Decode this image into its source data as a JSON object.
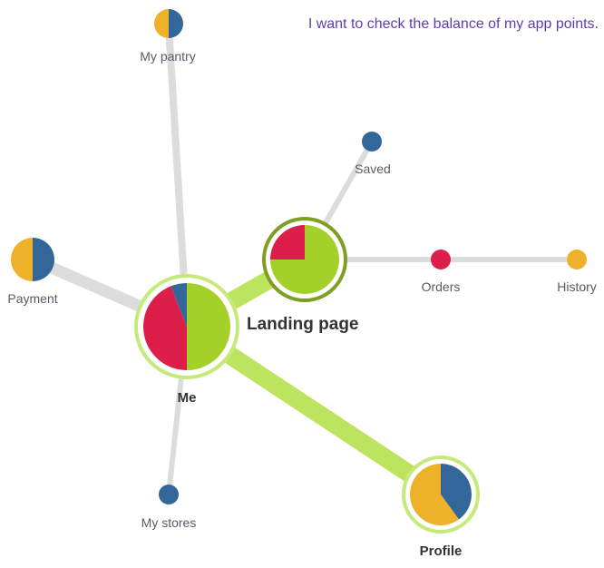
{
  "task_text": "I want to check the balance of my app points.",
  "colors": {
    "green": "#a3d12a",
    "red": "#dc1e48",
    "blue": "#336699",
    "yellow": "#eeb22a",
    "edge_gray": "#dcdcdc",
    "edge_green": "#bde45f",
    "ring_light": "#c5ea7a",
    "ring_dark": "#7f9f24"
  },
  "nodes": {
    "me": {
      "label": "Me",
      "slices": [
        {
          "color": "green",
          "value": 50
        },
        {
          "color": "red",
          "value": 44
        },
        {
          "color": "blue",
          "value": 6
        }
      ]
    },
    "landing": {
      "label": "Landing page",
      "slices": [
        {
          "color": "green",
          "value": 75
        },
        {
          "color": "red",
          "value": 25
        }
      ]
    },
    "profile": {
      "label": "Profile",
      "slices": [
        {
          "color": "blue",
          "value": 40
        },
        {
          "color": "yellow",
          "value": 60
        }
      ]
    },
    "pantry": {
      "label": "My pantry",
      "slices": [
        {
          "color": "blue",
          "value": 50
        },
        {
          "color": "yellow",
          "value": 50
        }
      ]
    },
    "payment": {
      "label": "Payment",
      "slices": [
        {
          "color": "blue",
          "value": 50
        },
        {
          "color": "yellow",
          "value": 50
        }
      ]
    },
    "saved": {
      "label": "Saved",
      "slices": [
        {
          "color": "blue",
          "value": 100
        }
      ]
    },
    "orders": {
      "label": "Orders",
      "slices": [
        {
          "color": "red",
          "value": 100
        }
      ]
    },
    "history": {
      "label": "History",
      "slices": [
        {
          "color": "yellow",
          "value": 100
        }
      ]
    },
    "stores": {
      "label": "My stores",
      "slices": [
        {
          "color": "blue",
          "value": 100
        }
      ]
    }
  }
}
